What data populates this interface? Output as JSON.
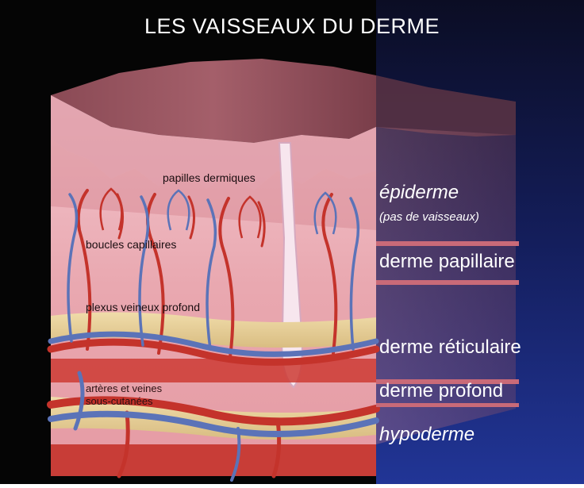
{
  "title": "LES VAISSEAUX DU DERME",
  "labels": {
    "papilles": "papilles dermiques",
    "boucles": "boucles capillaires",
    "plexus": "plexus veineux profond",
    "arteres_line1": "artères et veines",
    "arteres_line2": "sous-cutanées"
  },
  "layers": {
    "epiderme": "épiderme",
    "epiderme_note": "(pas de vaisseaux)",
    "papillaire": "derme papillaire",
    "reticulaire": "derme réticulaire",
    "profond": "derme profond",
    "hypoderme": "hypoderme"
  },
  "colors": {
    "background": "#050505",
    "panel_top": "#0c0f2c",
    "panel_bottom": "#1d2f8c",
    "band": "#c96a78",
    "artery": "#c4332b",
    "vein": "#5b73b8"
  }
}
